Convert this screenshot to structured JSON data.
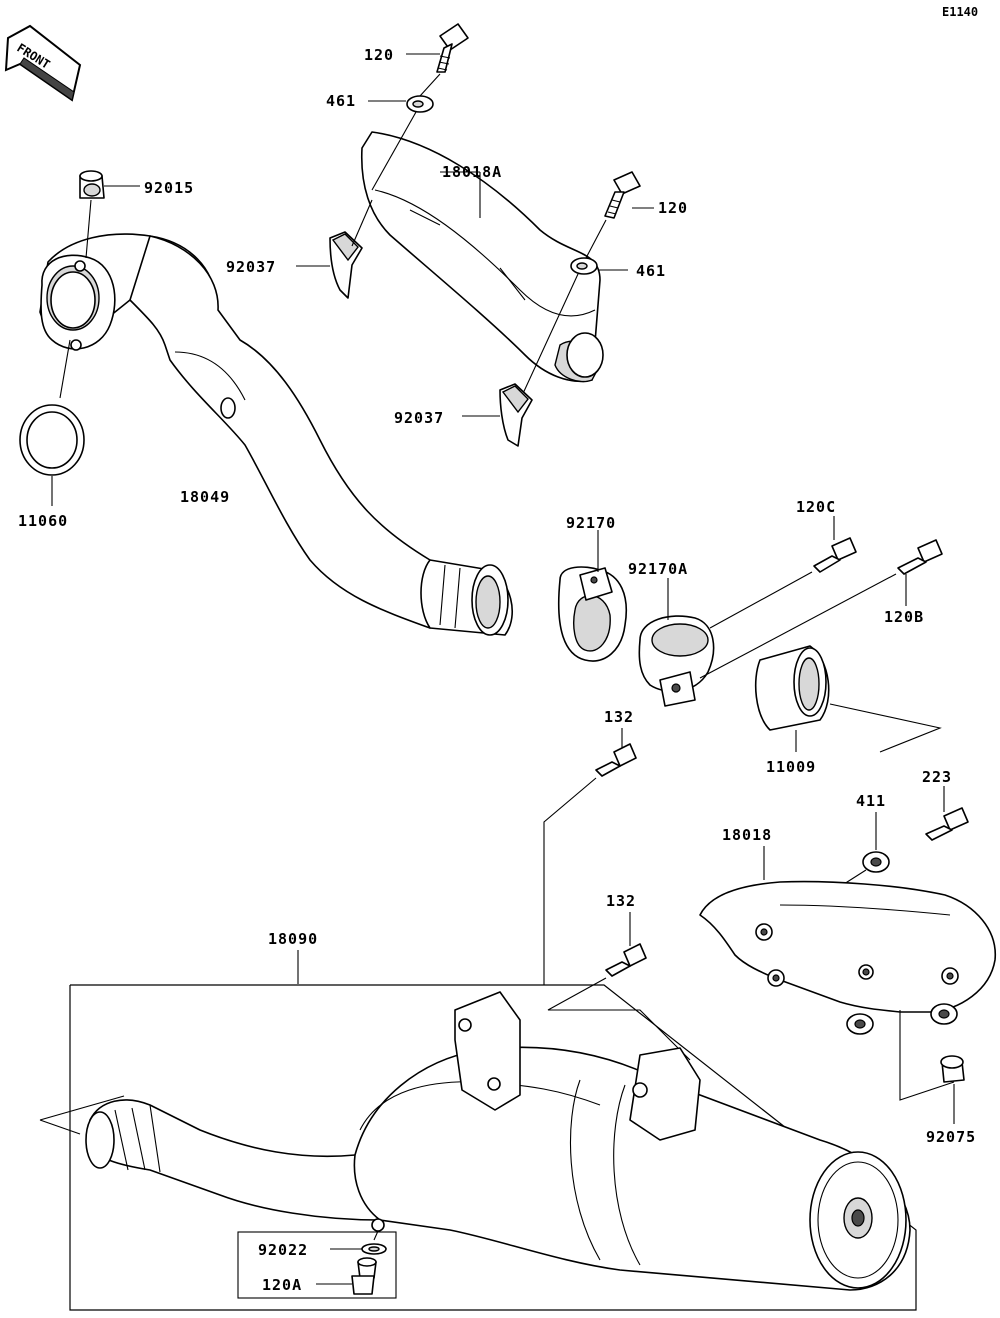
{
  "ref_code": "E1140",
  "front_label": "FRONT",
  "callouts": {
    "p120_top": "120",
    "p461_top": "461",
    "p18018A": "18018A",
    "p120_right": "120",
    "p461_right": "461",
    "p92015": "92015",
    "p92037_left": "92037",
    "p92037_lower": "92037",
    "p11060": "11060",
    "p18049": "18049",
    "p92170": "92170",
    "p92170A": "92170A",
    "p120C": "120C",
    "p120B": "120B",
    "p11009": "11009",
    "p132_upper": "132",
    "p223": "223",
    "p411": "411",
    "p18018": "18018",
    "p132_lower": "132",
    "p18090": "18090",
    "p92075": "92075",
    "p92022": "92022",
    "p120A": "120A"
  }
}
